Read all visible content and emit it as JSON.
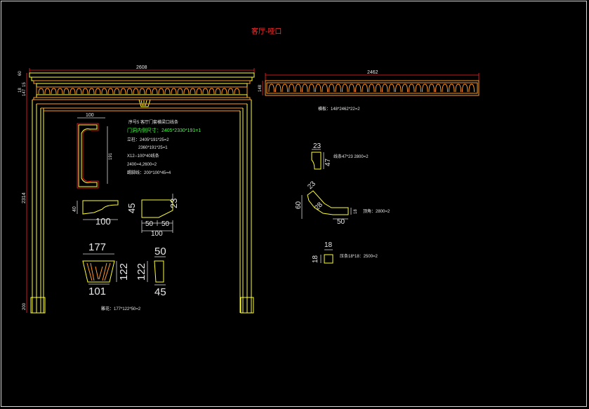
{
  "title": "客厅-哑口",
  "main_frame": {
    "width_dim": "2608",
    "top_dim_a": "60",
    "top_dim_b": "18",
    "top_dim_c": "15",
    "top_dim_d": "147",
    "height_dim": "2314",
    "base_dim": "200"
  },
  "right_beam": {
    "width_dim": "2462",
    "height_dim": "148",
    "label": "横板：148*2462*22=2"
  },
  "notes": {
    "line1": "序号5   客厅门套横梁口线条",
    "line2": "门洞内侧尺寸：2405*2330*191=1",
    "line3": "立柱：2405*191*25=2",
    "line4": "2360*191*25=1",
    "line5": "X12--100*40线条",
    "line6": "2400=4,2600=2",
    "line7": "踢脚线：200*100*45=4"
  },
  "profile_c": {
    "top_dim": "100",
    "side_dim": "191"
  },
  "profile_small": {
    "height_dim": "40",
    "width_dim": "100"
  },
  "base_block": {
    "h_dim": "45",
    "r_dim": "23",
    "w1": "50",
    "w2": "50",
    "total": "100"
  },
  "keystone": {
    "top": "177",
    "bottom": "101",
    "height": "122",
    "side_height": "122",
    "side_top": "50",
    "side_bottom": "45",
    "label": "雕花：177*122*50=2"
  },
  "right_profile1": {
    "w": "23",
    "h": "47",
    "label": "线条47*23  2800=2"
  },
  "right_profile2": {
    "d1": "23",
    "d2": "28",
    "h": "60",
    "w": "50",
    "side": "18",
    "label": "顶角：2800=2"
  },
  "right_square": {
    "top": "18",
    "side": "18",
    "label": "压条18*18：2500=2"
  }
}
